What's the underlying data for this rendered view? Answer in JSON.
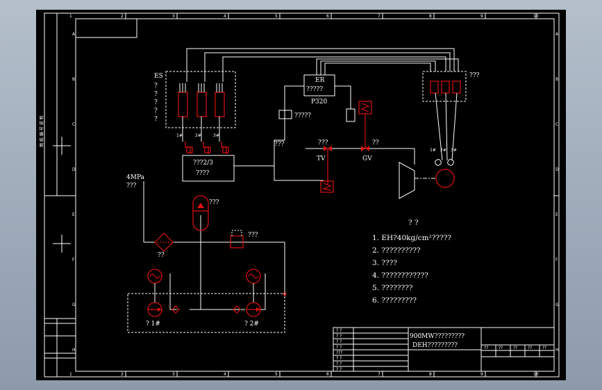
{
  "labels": {
    "es_title": "ES",
    "es_q1": "?",
    "es_q2": "?",
    "es_q3": "?",
    "es_q4": "?",
    "es_q5": "?",
    "servo1": "1#",
    "servo2": "2#",
    "servo3": "3#",
    "er_title": "ER",
    "er_sub": "?????",
    "p320": "P320",
    "box_q": "?????",
    "valve_block_1": "???2/3",
    "valve_block_2": "????",
    "pressure": "4MPa",
    "pressure_q": "???",
    "left_q": "???",
    "tv_q": "???",
    "tv": "TV",
    "gv_q": "??",
    "gv": "GV",
    "right_group_q": "???",
    "sensor1": "1#",
    "sensor2": "2#",
    "sensor3": "3#",
    "accumulator_q": "???",
    "filter_q": "??",
    "heater_q": "???",
    "pump1": "? 1#",
    "pump2": "? 2#"
  },
  "notes": {
    "heading": "? ?",
    "items": [
      "1. EH?40kg/cm²?????",
      "2. ??????????",
      "3. ????",
      "4. ????????????",
      "5. ????????",
      "6. ?????????"
    ]
  },
  "title_block": {
    "line1": "900MW?????????",
    "line2": "DEH?????????",
    "left_cells": [
      "? ?",
      "? ?",
      "? ?",
      "? ?",
      "??? ",
      "? ?",
      "? ?",
      "? ?"
    ],
    "right_cells": [
      "??",
      "??",
      "??",
      "??",
      "??"
    ]
  },
  "border": {
    "top_numbers": [
      "1",
      "2",
      "3",
      "4",
      "5",
      "6",
      "7",
      "8",
      "9",
      "10"
    ],
    "side_letters": [
      "A",
      "B",
      "C",
      "D",
      "E",
      "F",
      "G",
      "H"
    ],
    "vertical_text": "图 纸 编 号 说 明"
  }
}
